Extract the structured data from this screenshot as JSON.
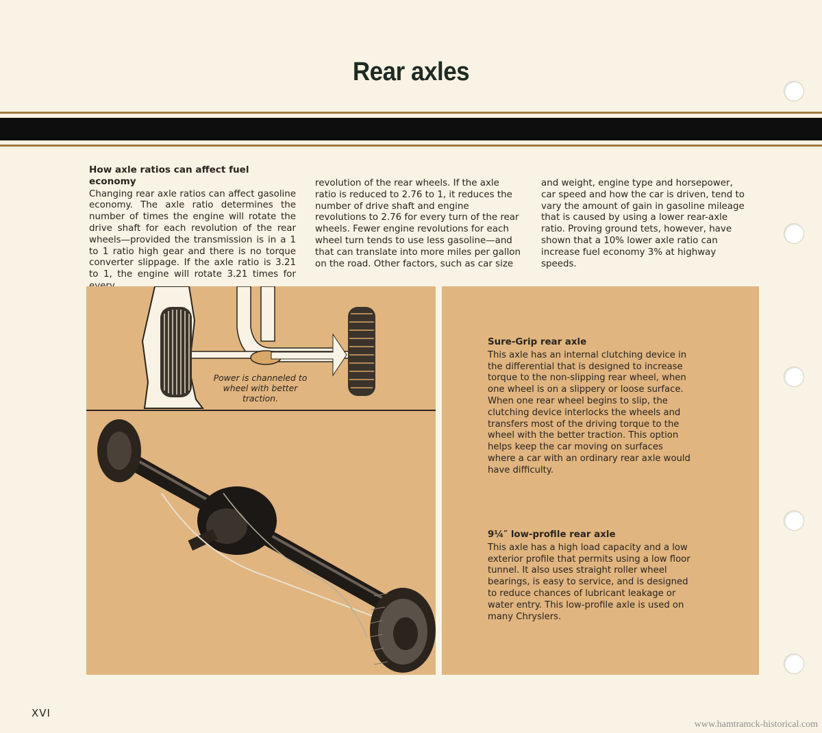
{
  "page": {
    "title": "Rear axles",
    "page_number": "XVI",
    "watermark": "www.hamtramck-historical.com"
  },
  "intro": {
    "heading": "How axle ratios can affect fuel economy",
    "col1": "Changing rear axle ratios can affect gasoline economy. The axle ratio determines the number of times the engine will rotate the drive shaft for each revolution of the rear wheels—provided the transmission is in a 1 to 1 ratio high gear and there is no torque converter slippage. If the axle ratio is 3.21 to 1, the engine will rotate 3.21 times for every",
    "col2": "revolution of the rear wheels. If the axle ratio is reduced to 2.76 to 1, it reduces the number of drive shaft and engine revolutions to 2.76 for every turn of the rear wheels. Fewer engine revolutions for each wheel turn tends to use less gasoline—and that can translate into more miles per gallon on the road. Other factors, such as car size",
    "col3": "and weight, engine type and horsepower, car speed and how the car is driven, tend to vary the amount of gain in gasoline mileage that is caused by using a lower rear-axle ratio. Proving ground tets, however, have shown that a 10% lower axle ratio can increase fuel economy 3% at highway speeds."
  },
  "illustration": {
    "caption": "Power is channeled to wheel with better traction."
  },
  "sure_grip": {
    "heading": "Sure-Grip rear axle",
    "body": "This axle has an internal clutching device in the differential that is designed to increase torque to the non-slipping rear wheel, when one wheel is on a slippery or loose surface. When one rear wheel begins to slip, the clutching device interlocks the wheels and transfers most of the driving torque to the wheel with the better traction. This option helps keep the car moving on surfaces where a car with an ordinary rear axle would have difficulty."
  },
  "low_profile": {
    "heading": "9¼″ low-profile rear axle",
    "body": "This axle has a high load capacity and a low exterior profile that permits using a low floor tunnel. It also uses straight roller wheel bearings, is easy to service, and is designed to reduce chances of lubricant leakage or water entry. This low-profile axle is used on many Chryslers."
  }
}
